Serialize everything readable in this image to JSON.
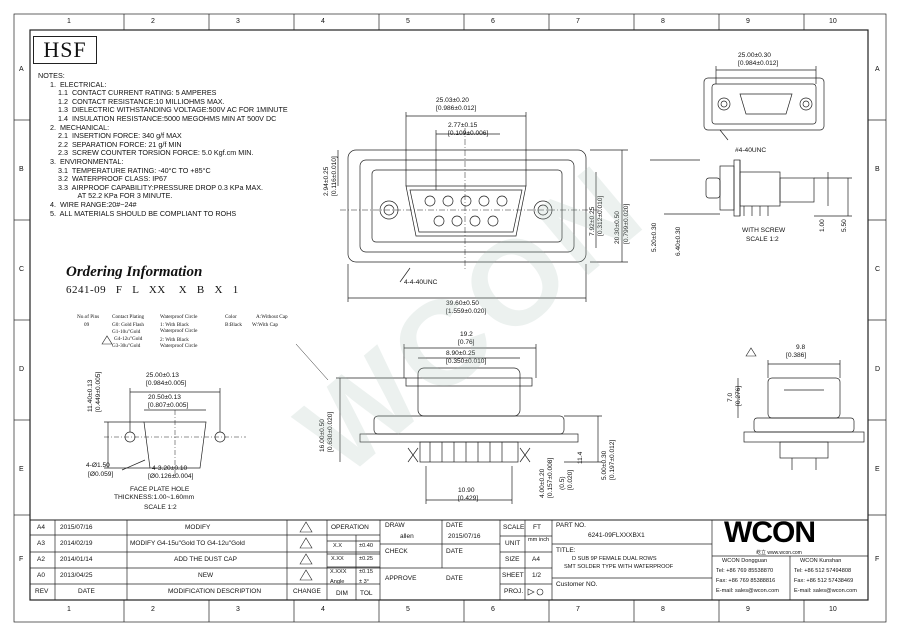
{
  "brand": {
    "hsf": "HSF",
    "logo": "WCON",
    "logo_sub": "屹立 www.wcon.com",
    "watermark": "WCON"
  },
  "zones": {
    "top": [
      "1",
      "2",
      "3",
      "4",
      "5",
      "6",
      "7",
      "8",
      "9",
      "10"
    ],
    "side": [
      "A",
      "B",
      "C",
      "D",
      "E",
      "F"
    ]
  },
  "notes": [
    "NOTES:",
    "1.  ELECTRICAL:",
    "    1.1  CONTACT CURRENT RATING: 5 AMPERES",
    "    1.2  CONTACT RESISTANCE:10 MILLIOHMS MAX.",
    "    1.3  DIELECTRIC WITHSTANDING VOLTAGE:500V AC FOR 1MINUTE",
    "    1.4  INSULATION RESISTANCE:5000 MEGOHMS MIN AT 500V DC",
    "2.  MECHANICAL:",
    "    2.1  INSERTION FORCE: 340 g/f MAX",
    "    2.2  SEPARATION FORCE: 21 g/f MIN",
    "    2.3  SCREW COUNTER TORSION FORCE: 5.0 Kgf.cm MIN.",
    "3.  ENVIRONMENTAL:",
    "    3.1  TEMPERATURE RATING: -40°C TO +85°C",
    "    3.2  WATERPROOF CLASS: IP67",
    "    3.3  AIRPROOF CAPABILITY:PRESSURE DROP 0.3 KPa MAX.",
    "              AT 52.2 KPa FOR 3 MINUTE.",
    "4.  WIRE RANGE:20#~24#",
    "5.  ALL MATERIALS SHOULD BE COMPLIANT TO ROHS"
  ],
  "ordering": {
    "title": "Ordering Information",
    "code": "6241-09   F   L   XX    X   B   X   1",
    "legend": [
      "No.of Pins",
      "09",
      "Contact Plating",
      "G0: Gold Flash",
      "G1-10u\"Gold",
      "G4-12u\"Gold",
      "G3-30u\"Gold",
      "Waterproof Circle",
      "1: With Black Waterproof Circle",
      "2: With Black Waterproof Circle",
      "Color",
      "B:Black",
      "A:Without Cap",
      "W:With Cap"
    ]
  },
  "dims": {
    "top_25_03": "25.03±0.20",
    "top_25_03_in": "[0.986±0.012]",
    "top_2_77": "2.77±0.15",
    "top_2_77_in": "[0.109±0.006]",
    "left_2_94": "2.94±0.25",
    "left_2_94_in": "[0.116±0.010]",
    "h_7_92": "7.92±0.25",
    "h_7_92_in": "[0.312±0.010]",
    "h_20_30": "20.30±0.50",
    "h_20_30_in": "[0.799±0.020]",
    "holes": "4-4-40UNC",
    "w_39_60": "39.60±0.50",
    "w_39_60_in": "[1.559±0.020]",
    "r_25_00": "25.00±0.30",
    "r_25_00_in": "[0.984±0.012]",
    "r_holes": "#4-40UNC",
    "side_5_20": "5.20±0.30",
    "side_6_40": "6.40±0.30",
    "side_1_00": "1.00",
    "side_5_50": "5.50",
    "with_screw": "WITH SCREW",
    "scale_12": "SCALE 1:2",
    "f_19_2": "19.2",
    "f_19_2_in": "[0.76]",
    "f_8_90": "8.90±0.25",
    "f_8_90_in": "[0.350±0.010]",
    "f_16_00": "16.00±0.50",
    "f_16_00_in": "[0.630±0.020]",
    "f_7_0": "7.0",
    "f_7_0_in": "[0.276]",
    "f_9_8": "9.8",
    "f_9_8_in": "[0.386]",
    "f_10_90": "10.90",
    "f_10_90_in": "[0.429]",
    "f_4_00": "4.00±0.20",
    "f_4_00_in": "[0.157±0.008]",
    "f_0_5": "(0.5)",
    "f_0_5_in": "[0.020]",
    "f_5_00": "5.00±0.30",
    "f_5_00_in": "[0.197±0.012]",
    "f_11_4": "11.4",
    "cut_25_00": "25.00±0.13",
    "cut_25_00_in": "[0.984±0.005]",
    "cut_20_50": "20.50±0.13",
    "cut_20_50_in": "[0.807±0.005]",
    "cut_11_40": "11.40±0.13",
    "cut_11_40_in": "[0.449±0.005]",
    "cut_holes": "4-Ø1.50",
    "cut_holes_in": "[Ø0.059]",
    "cut_3_20": "4-3.20±0.10",
    "cut_3_20_in": "[Ø0.126±0.004]",
    "faceplate_1": "FACE PLATE HOLE",
    "faceplate_2": "THICKNESS:1.00~1.60mm",
    "scale_cut": "SCALE 1:2"
  },
  "revisions": [
    {
      "rev": "A4",
      "date": "2015/07/16",
      "desc": "MODIFY"
    },
    {
      "rev": "A3",
      "date": "2014/02/19",
      "desc": "MODIFY G4-15u\"Gold TO G4-12u\"Gold"
    },
    {
      "rev": "A2",
      "date": "2014/01/14",
      "desc": "ADD THE DUST CAP"
    },
    {
      "rev": "A0",
      "date": "2013/04/25",
      "desc": "NEW"
    }
  ],
  "rev_header": {
    "rev": "REV",
    "date": "DATE",
    "desc": "MODIFICATION DESCRIPTION",
    "change": "CHANGE"
  },
  "tolerance": {
    "operation": "OPERATION",
    "rows": [
      [
        "X.X",
        "±0.40"
      ],
      [
        "X.XX",
        "±0.25"
      ],
      [
        "X.XXX",
        "±0.15"
      ],
      [
        "Angle",
        "± 3°"
      ]
    ],
    "dim": "DIM",
    "tol": "TOL"
  },
  "approval": {
    "draw": "DRAW",
    "draw_name": "allen",
    "check": "CHECK",
    "approve": "APPROVE"
  },
  "dates": {
    "date": "DATE",
    "value": "2015/07/16"
  },
  "sheet": {
    "scale": "SCALE",
    "scale_val": "FT",
    "unit": "UNIT",
    "unit_val": "mm inch",
    "size": "SIZE",
    "size_val": "A4",
    "sheet": "SHEET",
    "sheet_val": "1/2",
    "proj": "PROJ."
  },
  "part": {
    "label": "PART NO.",
    "value": "6241-09FLXXXBX1",
    "title_label": "TITLE:",
    "title_1": "D SUB 9P FEMALE DUAL ROWS",
    "title_2": "SMT SOLDER TYPE WITH WATERPROOF",
    "customer": "Customer NO."
  },
  "contacts": {
    "left": [
      "WCON Dongguan",
      "Tel: +86 769 85538870",
      "Fax: +86 769 85388816",
      "E-mail: sales@wcon.com"
    ],
    "right": [
      "WCON Kunshan",
      "Tel: +86 512 57494808",
      "Fax: +86 512 57438469",
      "E-mail: sales@wcon.com"
    ]
  }
}
